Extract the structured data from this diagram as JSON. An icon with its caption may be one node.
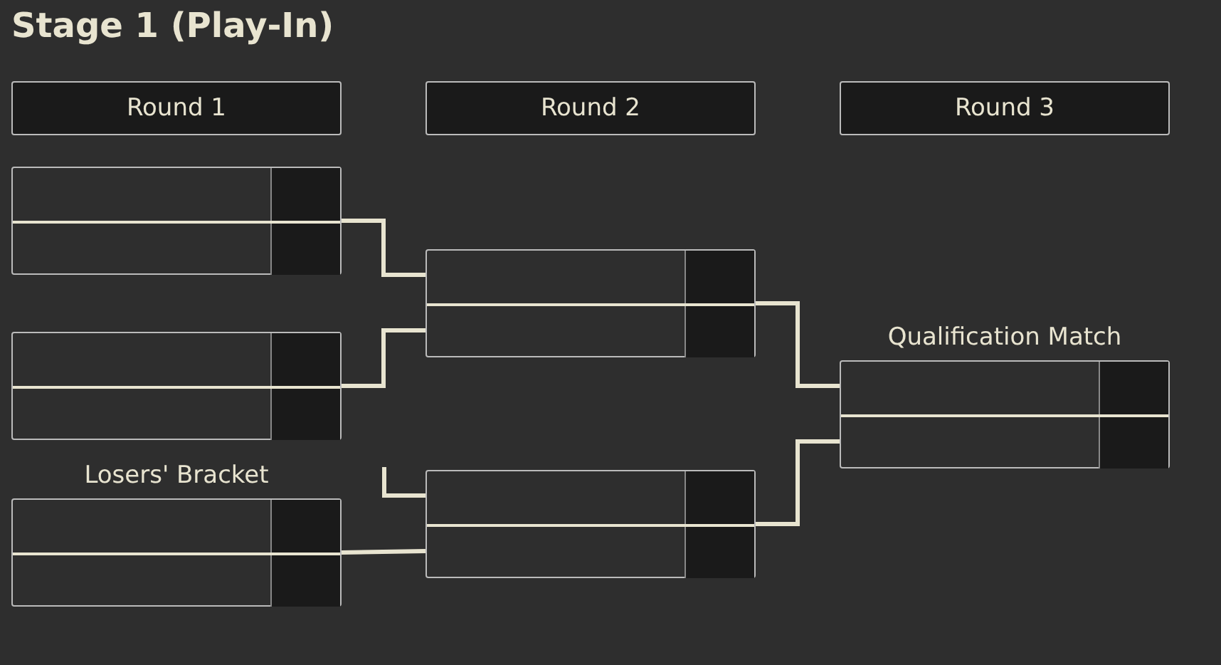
{
  "diagram": {
    "title": "Stage 1 (Play-In)",
    "nodes": [
      {
        "text": [
          "Round 1"
        ]
      },
      {
        "text": [
          "Round 2"
        ]
      },
      {
        "text": [
          "Round 3"
        ]
      },
      {
        "text": [],
        "shape": "box"
      },
      {
        "text": [],
        "shape": "box"
      },
      {
        "text": [
          "Losers' Bracket"
        ]
      },
      {
        "text": [],
        "shape": "box"
      },
      {
        "text": [],
        "shape": "box"
      },
      {
        "text": [
          "Qualification Match"
        ]
      }
    ],
    "edges": [
      {
        "from": 3,
        "to": 6,
        "arrow": "none"
      },
      {
        "from": 4,
        "to": 6,
        "arrow": "none"
      },
      {
        "from": null,
        "to": 7,
        "arrow": "none"
      },
      {
        "from": 5,
        "to": 7,
        "arrow": "none"
      },
      {
        "from": 6,
        "to": 8,
        "arrow": "none"
      },
      {
        "from": 7,
        "to": 8,
        "arrow": "none"
      }
    ]
  }
}
